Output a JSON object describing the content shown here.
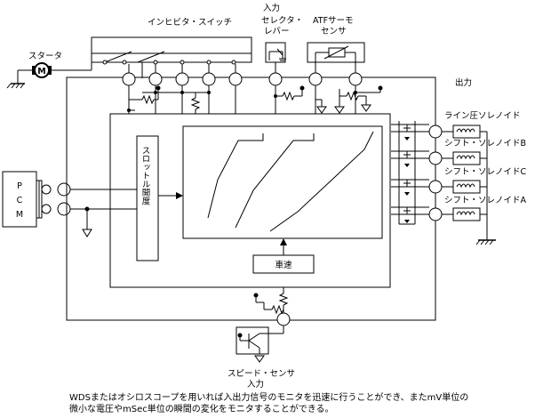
{
  "labels": {
    "input_top": "入力",
    "inhibitor_switch": "インヒビタ・スイッチ",
    "selector_lever_1": "セレクタ・",
    "selector_lever_2": "レバー",
    "atf_sensor_1": "ATFサーモ",
    "atf_sensor_2": "センサ",
    "starter": "スタータ",
    "motor": "M",
    "output": "出力",
    "line_pressure_solenoid": "ライン圧ソレノイド",
    "shift_solenoid_b": "シフト・ソレノイドB",
    "shift_solenoid_c": "シフト・ソレノイドC",
    "shift_solenoid_a": "シフト・ソレノイドA",
    "pcm": [
      "P",
      "C",
      "M"
    ],
    "throttle_opening": "スロットル開度",
    "vehicle_speed": "車速",
    "speed_sensor": "スピード・センサ",
    "input_bottom": "入力"
  },
  "caption": [
    "WDSまたはオシロスコープを用いれば入出力信号のモニタを迅速に行うことができ、またmV単位の",
    "微小な電圧やmSec単位の瞬間の変化をモニタすることができる。"
  ]
}
